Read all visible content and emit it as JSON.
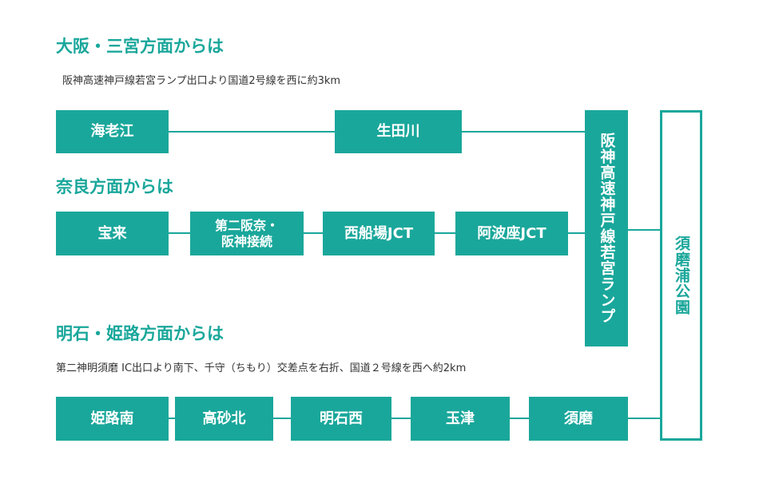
{
  "sections": {
    "osaka": {
      "heading": "大阪・三宮方面からは",
      "note": "阪神高速神戸線若宮ランプ出口より国道2号線を西に約3km",
      "stops": [
        "海老江",
        "生田川"
      ]
    },
    "nara": {
      "heading": "奈良方面からは",
      "stops": [
        "宝来",
        "第二阪奈・\n阪神接続",
        "西船場JCT",
        "阿波座JCT"
      ]
    },
    "akashi": {
      "heading": "明石・姫路方面からは",
      "note": "第二神明須磨 IC出口より南下、千守（ちもり）交差点を右折、国道２号線を西へ約2km",
      "stops": [
        "姫路南",
        "高砂北",
        "明石西",
        "玉津",
        "須磨"
      ]
    }
  },
  "ramp": "阪神高速神戸線若宮ランプ",
  "destination": "須磨浦公園",
  "colors": {
    "accent": "#1aa79b",
    "text": "#333333"
  }
}
